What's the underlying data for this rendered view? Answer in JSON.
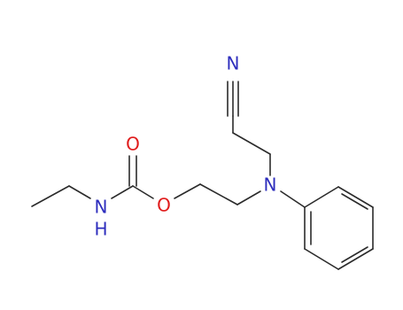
{
  "atoms": [
    {
      "id": "n-nitrile",
      "symbol": "N",
      "color": "#2d2dbd"
    },
    {
      "id": "o-carbonyl",
      "symbol": "O",
      "color": "#e01b1b"
    },
    {
      "id": "o-ester",
      "symbol": "O",
      "color": "#e01b1b"
    },
    {
      "id": "n-amine",
      "symbol": "N",
      "color": "#2d2dbd"
    },
    {
      "id": "n-carbamate",
      "symbol": "N",
      "color": "#2d2dbd"
    },
    {
      "id": "h-carbamate",
      "symbol": "H",
      "color": "#2d2dbd"
    }
  ],
  "bond_color": "#2b2b2b"
}
